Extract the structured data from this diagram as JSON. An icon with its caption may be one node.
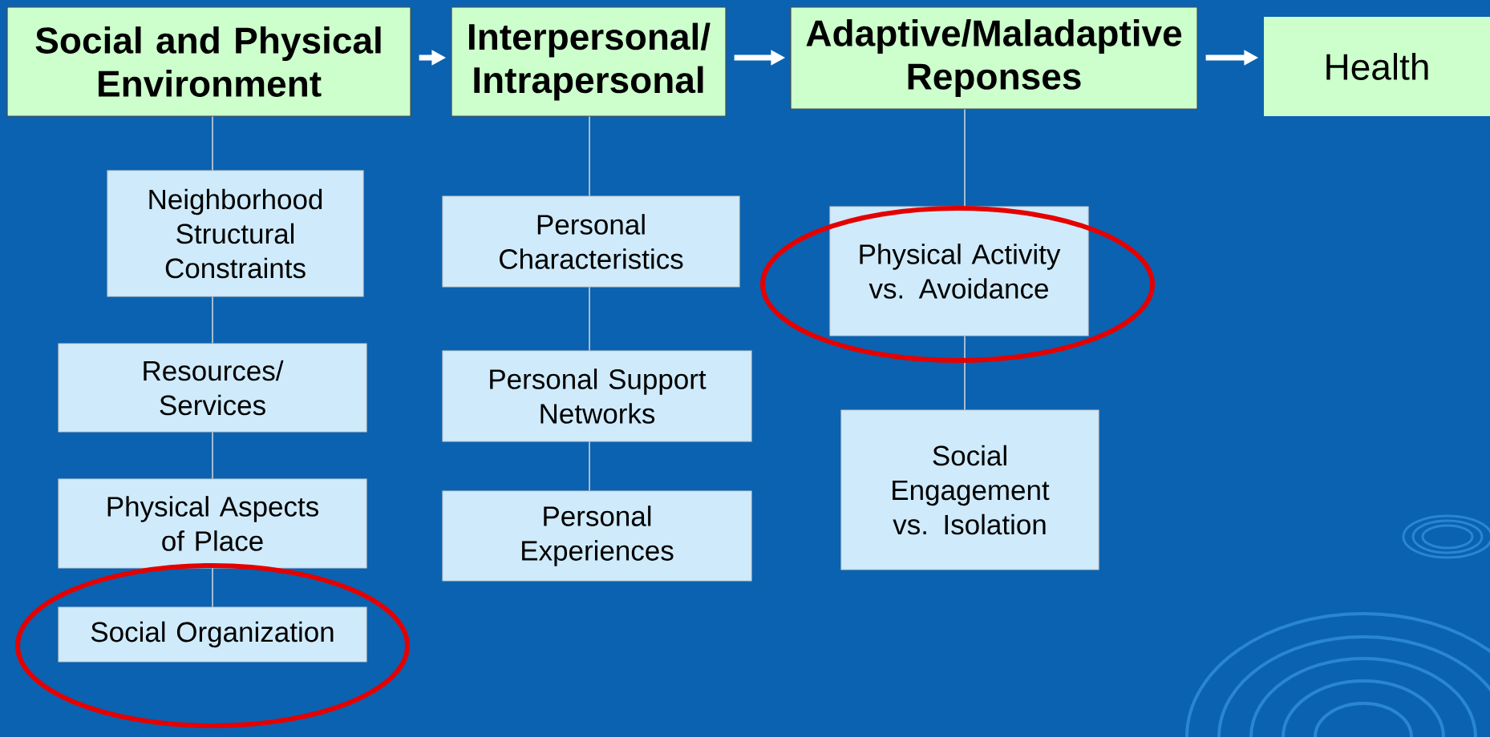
{
  "diagram": {
    "nodes": [
      {
        "text": [
          "Social and Physical Environment"
        ]
      },
      {
        "text": [
          "Interpersonal/ Intrapersonal"
        ]
      },
      {
        "text": [
          "Adaptive/Maladaptive Reponses"
        ]
      },
      {
        "text": [
          "Health"
        ]
      },
      {
        "text": [
          "Neighborhood Structural Constraints"
        ]
      },
      {
        "text": [
          "Resources/ Services"
        ]
      },
      {
        "text": [
          "Physical Aspects of Place"
        ]
      },
      {
        "text": [
          "Social Organization"
        ]
      },
      {
        "text": [
          "Personal Characteristics"
        ]
      },
      {
        "text": [
          "Personal Support Networks"
        ]
      },
      {
        "text": [
          "Personal Experiences"
        ]
      },
      {
        "text": [
          "Physical Activity vs. Avoidance"
        ]
      },
      {
        "text": [
          "Social Engagement vs. Isolation"
        ]
      }
    ],
    "edges": [
      {
        "from": 0,
        "to": 1,
        "arrow": "to",
        "style": "thick",
        "color": "#ffffff"
      },
      {
        "from": 1,
        "to": 2,
        "arrow": "to",
        "style": "thick",
        "color": "#ffffff"
      },
      {
        "from": 2,
        "to": 3,
        "arrow": "to",
        "style": "thick",
        "color": "#ffffff"
      },
      {
        "from": 0,
        "to": 4,
        "arrow": "none"
      },
      {
        "from": 4,
        "to": 5,
        "arrow": "none"
      },
      {
        "from": 5,
        "to": 6,
        "arrow": "none"
      },
      {
        "from": 6,
        "to": 7,
        "arrow": "none"
      },
      {
        "from": 1,
        "to": 8,
        "arrow": "none"
      },
      {
        "from": 8,
        "to": 9,
        "arrow": "none"
      },
      {
        "from": 9,
        "to": 10,
        "arrow": "none"
      },
      {
        "from": 2,
        "to": 11,
        "arrow": "none"
      },
      {
        "from": 11,
        "to": 12,
        "arrow": "none"
      }
    ]
  }
}
